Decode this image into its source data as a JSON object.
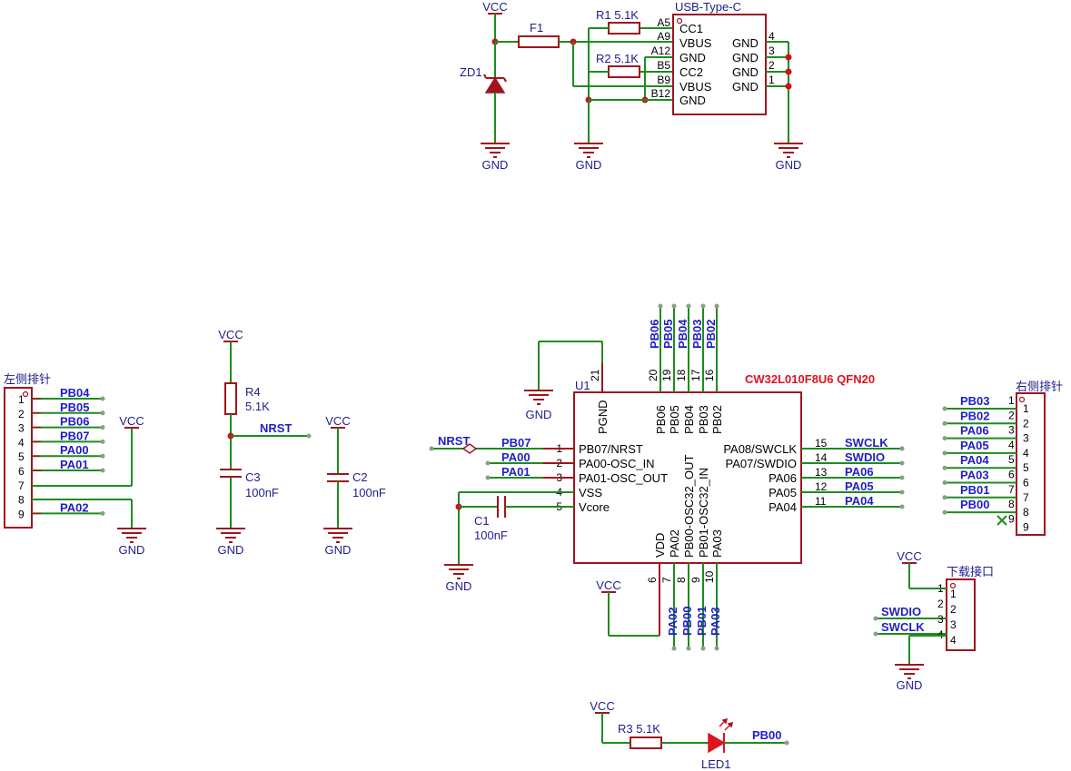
{
  "power": {
    "vcc": "VCC",
    "gnd": "GND"
  },
  "usb": {
    "title": "USB-Type-C",
    "fuse": "F1",
    "zener": "ZD1",
    "r1": "R1 5.1K",
    "r2": "R2 5.1K",
    "left_pins": [
      {
        "num": "A5",
        "name": "CC1"
      },
      {
        "num": "A9",
        "name": "VBUS"
      },
      {
        "num": "A12",
        "name": "GND"
      },
      {
        "num": "B5",
        "name": "CC2"
      },
      {
        "num": "B9",
        "name": "VBUS"
      },
      {
        "num": "B12",
        "name": "GND"
      }
    ],
    "right_pins": [
      {
        "num": "4",
        "name": "GND"
      },
      {
        "num": "3",
        "name": "GND"
      },
      {
        "num": "2",
        "name": "GND"
      },
      {
        "num": "1",
        "name": "GND"
      }
    ]
  },
  "left_header": {
    "title": "左侧排针",
    "pins": [
      "1",
      "2",
      "3",
      "4",
      "5",
      "6",
      "7",
      "8",
      "9"
    ],
    "nets": [
      "PB04",
      "PB05",
      "PB06",
      "PB07",
      "PA00",
      "PA01",
      "",
      "",
      "PA02"
    ]
  },
  "reset": {
    "r4_ref": "R4",
    "r4_val": "5.1K",
    "c3_ref": "C3",
    "c3_val": "100nF",
    "net": "NRST",
    "c2_ref": "C2",
    "c2_val": "100nF"
  },
  "mcu": {
    "ref": "U1",
    "part": "CW32L010F8U6 QFN20",
    "left_pins": [
      {
        "num": "1",
        "name": "PB07/NRST",
        "net": "PB07"
      },
      {
        "num": "2",
        "name": "PA00-OSC_IN",
        "net": "PA00"
      },
      {
        "num": "3",
        "name": "PA01-OSC_OUT",
        "net": "PA01"
      },
      {
        "num": "4",
        "name": "VSS",
        "net": ""
      },
      {
        "num": "5",
        "name": "Vcore",
        "net": ""
      }
    ],
    "right_pins": [
      {
        "num": "15",
        "name": "PA08/SWCLK",
        "net": "SWCLK"
      },
      {
        "num": "14",
        "name": "PA07/SWDIO",
        "net": "SWDIO"
      },
      {
        "num": "13",
        "name": "PA06",
        "net": "PA06"
      },
      {
        "num": "12",
        "name": "PA05",
        "net": "PA05"
      },
      {
        "num": "11",
        "name": "PA04",
        "net": "PA04"
      }
    ],
    "top_pins": [
      {
        "num": "21",
        "name": "PGND",
        "net": ""
      },
      {
        "num": "20",
        "name": "PB06",
        "net": "PB06"
      },
      {
        "num": "19",
        "name": "PB05",
        "net": "PB05"
      },
      {
        "num": "18",
        "name": "PB04",
        "net": "PB04"
      },
      {
        "num": "17",
        "name": "PB03",
        "net": "PB03"
      },
      {
        "num": "16",
        "name": "PB02",
        "net": "PB02"
      }
    ],
    "bottom_pins": [
      {
        "num": "6",
        "name": "VDD",
        "net": ""
      },
      {
        "num": "7",
        "name": "PA02",
        "net": "PA02"
      },
      {
        "num": "8",
        "name": "PB00-OSC32_OUT",
        "net": "PB00"
      },
      {
        "num": "9",
        "name": "PB01-OSC32_IN",
        "net": "PB01"
      },
      {
        "num": "10",
        "name": "PA03",
        "net": "PA03"
      }
    ],
    "nrst_net": "NRST",
    "c1_ref": "C1",
    "c1_val": "100nF"
  },
  "right_header": {
    "title": "右侧排针",
    "pins": [
      "1",
      "2",
      "3",
      "4",
      "5",
      "6",
      "7",
      "8",
      "9"
    ],
    "nets": [
      "PB03",
      "PB02",
      "PA06",
      "PA05",
      "PA04",
      "PA03",
      "PB01",
      "PB00",
      ""
    ]
  },
  "download": {
    "title": "下载接口",
    "pins": [
      "1",
      "2",
      "3",
      "4"
    ],
    "nets": [
      "",
      "SWDIO",
      "SWCLK",
      ""
    ]
  },
  "led": {
    "r3": "R3 5.1K",
    "ref": "LED1",
    "net": "PB00"
  }
}
